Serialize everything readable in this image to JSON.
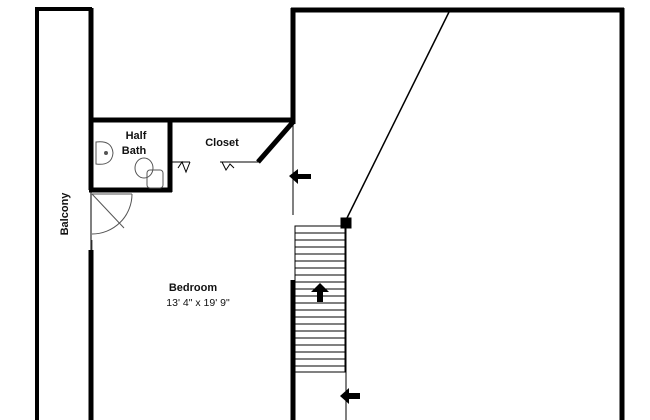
{
  "rooms": {
    "half_bath": {
      "line1": "Half",
      "line2": "Bath"
    },
    "closet": {
      "name": "Closet"
    },
    "balcony": {
      "name": "Balcony"
    },
    "bedroom": {
      "name": "Bedroom",
      "dimensions": "13' 4\" x 19' 9\""
    }
  },
  "colors": {
    "wall": "#000000",
    "background": "#ffffff",
    "fixture": "#555555"
  },
  "icons": {
    "arrows": "arrow-left-icon, arrow-up-icon",
    "fixtures": "sink-icon, toilet-icon, door-swing-icon"
  }
}
